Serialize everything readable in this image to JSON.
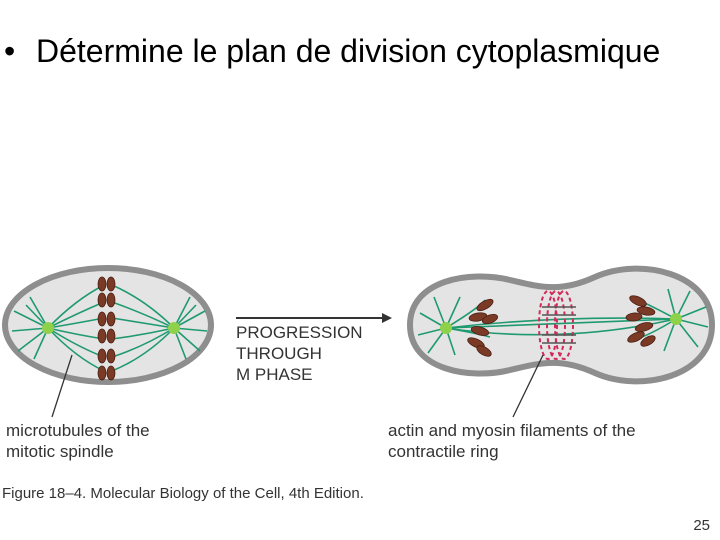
{
  "slide": {
    "bullet_glyph": "•",
    "bullet_text": "Détermine le plan de division cytoplasmique",
    "page_number": "25"
  },
  "figure": {
    "arrow_label": [
      "PROGRESSION",
      "THROUGH",
      "M PHASE"
    ],
    "left_label": [
      "microtubules of the",
      "mitotic spindle"
    ],
    "right_label": [
      "actin and myosin filaments of the",
      "contractile ring"
    ],
    "caption": "Figure 18–4. Molecular Biology of the Cell, 4th Edition.",
    "colors": {
      "membrane": "#8e8e8e",
      "cytoplasm": "#e4e4e4",
      "microtubule": "#1f9a70",
      "centrosome": "#8fd14a",
      "chromosome": "#7a3a26",
      "contractile_ring": "#d12a5a"
    }
  }
}
